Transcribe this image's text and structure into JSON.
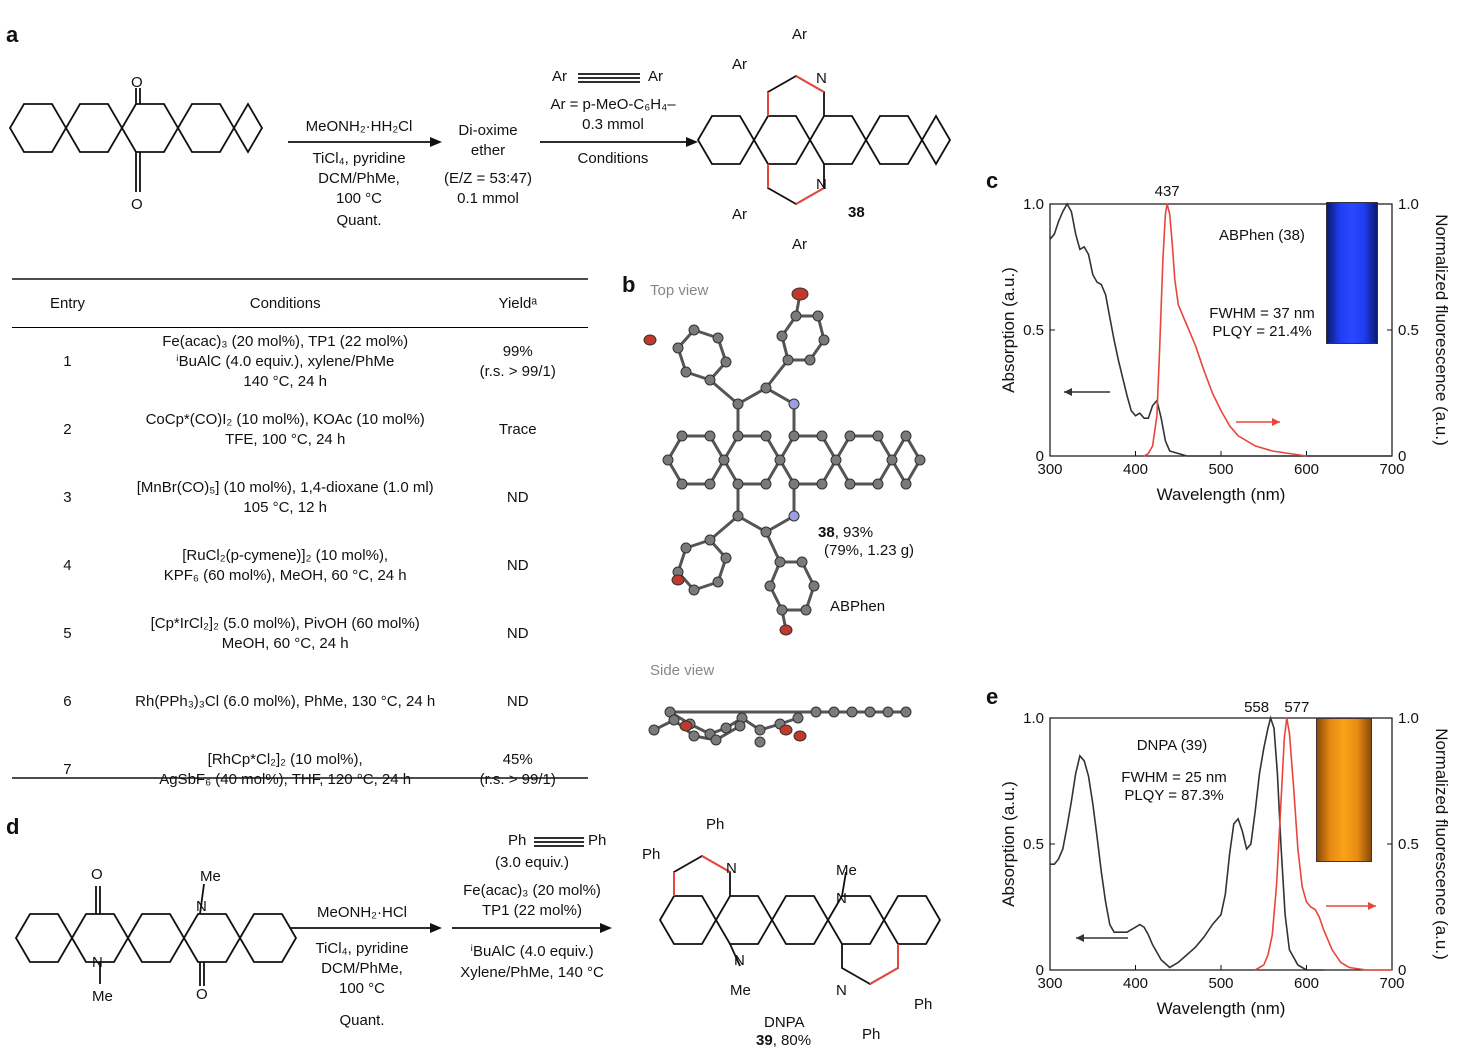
{
  "panels": {
    "a": "a",
    "b": "b",
    "c": "c",
    "d": "d",
    "e": "e"
  },
  "scheme_a": {
    "reagent_top": "MeONH₂·HH₂Cl",
    "reagent_bottom": [
      "TiCl₄, pyridine",
      "DCM/PhMe,",
      "100 °C",
      "Quant."
    ],
    "intermediate": [
      "Di-oxime",
      "ether",
      "(E/Z = 53:47)",
      "0.1 mmol"
    ],
    "alkyne_label_ar": "Ar",
    "ar_def": "Ar = p-MeO-C₆H₄–",
    "ar_amount": "0.3 mmol",
    "conditions": "Conditions",
    "product_number": "38",
    "atom_O": "O",
    "atom_N": "N",
    "atom_Ar": "Ar"
  },
  "table": {
    "headers": [
      "Entry",
      "Conditions",
      "Yieldᵃ"
    ],
    "rows": [
      {
        "entry": "1",
        "cond": [
          "Fe(acac)₃ (20 mol%), TP1 (22 mol%)",
          "ⁱBuAlC  (4.0 equiv.), xylene/PhMe",
          "140 °C, 24 h"
        ],
        "yield": [
          "99%",
          "(r.s. > 99/1)"
        ]
      },
      {
        "entry": "2",
        "cond": [
          "CoCp*(CO)I₂ (10 mol%), KOAc (10 mol%)",
          "TFE, 100 °C, 24 h"
        ],
        "yield": [
          "Trace"
        ]
      },
      {
        "entry": "3",
        "cond": [
          "[MnBr(CO)₅] (10 mol%), 1,4-dioxane (1.0 ml)",
          "105 °C, 12 h"
        ],
        "yield": [
          "ND"
        ]
      },
      {
        "entry": "4",
        "cond": [
          "[RuCl₂(p-cymene)]₂ (10 mol%),",
          "KPF₆ (60 mol%), MeOH, 60 °C, 24 h"
        ],
        "yield": [
          "ND"
        ]
      },
      {
        "entry": "5",
        "cond": [
          "[Cp*IrCl₂]₂ (5.0 mol%), PivOH (60 mol%)",
          "MeOH, 60 °C, 24 h"
        ],
        "yield": [
          "ND"
        ]
      },
      {
        "entry": "6",
        "cond": [
          "Rh(PPh₃)₃Cl (6.0 mol%), PhMe, 130 °C, 24 h"
        ],
        "yield": [
          "ND"
        ]
      },
      {
        "entry": "7",
        "cond": [
          "[RhCp*Cl₂]₂ (10 mol%),",
          "AgSbF₆ (40 mol%), THF, 120 °C, 24 h"
        ],
        "yield": [
          "45%",
          "(r.s. > 99/1)"
        ]
      }
    ]
  },
  "panel_b": {
    "top_view": "Top view",
    "side_view": "Side view",
    "yield_line1_bold": "38",
    "yield_line1_rest": ", 93%",
    "yield_line2": "(79%, 1.23 g)",
    "name": "ABPhen"
  },
  "scheme_d": {
    "reagent_top": "MeONH₂·HCl",
    "reagent_bottom": [
      "TiCl₄, pyridine",
      "DCM/PhMe,",
      "100 °C",
      "Quant."
    ],
    "alkyne_ph": "Ph",
    "alkyne_equiv": "(3.0 equiv.)",
    "cat1": "Fe(acac)₃ (20 mol%)",
    "cat2": "TP1 (22 mol%)",
    "cat3": "ⁱBuAlC (4.0 equiv.)",
    "cat4": "Xylene/PhMe, 140 °C",
    "product_name": "DNPA",
    "product_number": "39",
    "product_yield": ", 80%",
    "atom_Me": "Me",
    "atom_N": "N",
    "atom_O": "O",
    "atom_Ph": "Ph"
  },
  "chart_data": [
    {
      "type": "line",
      "panel": "c",
      "xlabel": "Wavelength (nm)",
      "ylabel_left": "Absorption (a.u.)",
      "ylabel_right": "Normalized fluorescence (a.u.)",
      "xlim": [
        300,
        700
      ],
      "ylim": [
        0,
        1.0
      ],
      "xticks": [
        "300",
        "400",
        "500",
        "600",
        "700"
      ],
      "yticks": [
        "0",
        "0.5",
        "1.0"
      ],
      "peak_label": "437",
      "annotation_name": "ABPhen (38)",
      "annotation_fwhm": "FWHM = 37 nm",
      "annotation_plqy": "PLQY = 21.4%",
      "colors": {
        "absorption": "#333333",
        "fluorescence": "#e8463c"
      },
      "series": [
        {
          "x": [
            300,
            305,
            310,
            315,
            320,
            325,
            330,
            335,
            340,
            345,
            350,
            355,
            360,
            365,
            370,
            375,
            380,
            385,
            390,
            395,
            400,
            405,
            410,
            415,
            420,
            425,
            430,
            435,
            440,
            450,
            460,
            480,
            500,
            550,
            600,
            700
          ],
          "values": [
            0.86,
            0.88,
            0.93,
            0.97,
            1.0,
            0.97,
            0.88,
            0.82,
            0.83,
            0.8,
            0.72,
            0.69,
            0.68,
            0.64,
            0.55,
            0.46,
            0.38,
            0.31,
            0.24,
            0.18,
            0.16,
            0.17,
            0.15,
            0.15,
            0.2,
            0.22,
            0.15,
            0.06,
            0.02,
            0.01,
            0.0,
            0.0,
            0.0,
            0.0,
            0.0,
            0.0
          ]
        },
        {
          "x": [
            410,
            415,
            420,
            425,
            428,
            432,
            435,
            437,
            440,
            443,
            446,
            450,
            455,
            460,
            470,
            480,
            490,
            500,
            510,
            520,
            540,
            560,
            580,
            600
          ],
          "values": [
            0.0,
            0.01,
            0.04,
            0.16,
            0.4,
            0.78,
            0.96,
            1.0,
            0.96,
            0.84,
            0.7,
            0.6,
            0.56,
            0.52,
            0.44,
            0.34,
            0.25,
            0.18,
            0.12,
            0.08,
            0.04,
            0.02,
            0.01,
            0.0
          ]
        }
      ]
    },
    {
      "type": "line",
      "panel": "e",
      "xlabel": "Wavelength (nm)",
      "ylabel_left": "Absorption (a.u.)",
      "ylabel_right": "Normalized fluorescence (a.u.)",
      "xlim": [
        300,
        700
      ],
      "ylim": [
        0,
        1.0
      ],
      "xticks": [
        "300",
        "400",
        "500",
        "600",
        "700"
      ],
      "yticks": [
        "0",
        "0.5",
        "1.0"
      ],
      "peak_labels": [
        "558",
        "577"
      ],
      "annotation_name": "DNPA (39)",
      "annotation_fwhm": "FWHM = 25 nm",
      "annotation_plqy": "PLQY = 87.3%",
      "colors": {
        "absorption": "#333333",
        "fluorescence": "#e8463c"
      },
      "series": [
        {
          "x": [
            300,
            305,
            310,
            315,
            320,
            325,
            330,
            335,
            340,
            345,
            350,
            355,
            360,
            365,
            370,
            375,
            380,
            385,
            390,
            395,
            400,
            405,
            410,
            415,
            420,
            430,
            440,
            450,
            460,
            470,
            480,
            490,
            500,
            505,
            510,
            515,
            520,
            525,
            530,
            535,
            540,
            545,
            550,
            555,
            558,
            562,
            566,
            570,
            575,
            580,
            590,
            600,
            620
          ],
          "values": [
            0.42,
            0.42,
            0.44,
            0.48,
            0.57,
            0.67,
            0.78,
            0.85,
            0.83,
            0.77,
            0.66,
            0.53,
            0.39,
            0.27,
            0.18,
            0.15,
            0.15,
            0.15,
            0.15,
            0.16,
            0.17,
            0.18,
            0.17,
            0.14,
            0.1,
            0.04,
            0.01,
            0.03,
            0.06,
            0.09,
            0.13,
            0.18,
            0.22,
            0.3,
            0.46,
            0.58,
            0.6,
            0.55,
            0.48,
            0.5,
            0.63,
            0.78,
            0.88,
            0.96,
            1.0,
            0.96,
            0.78,
            0.5,
            0.22,
            0.08,
            0.02,
            0.0,
            0.0
          ]
        },
        {
          "x": [
            540,
            550,
            555,
            560,
            565,
            570,
            574,
            577,
            580,
            585,
            590,
            595,
            600,
            605,
            610,
            615,
            620,
            630,
            640,
            650,
            670,
            700
          ],
          "values": [
            0.0,
            0.02,
            0.06,
            0.14,
            0.34,
            0.66,
            0.92,
            1.0,
            0.94,
            0.72,
            0.48,
            0.33,
            0.27,
            0.25,
            0.24,
            0.21,
            0.16,
            0.08,
            0.03,
            0.01,
            0.0,
            0.0
          ]
        }
      ]
    }
  ]
}
